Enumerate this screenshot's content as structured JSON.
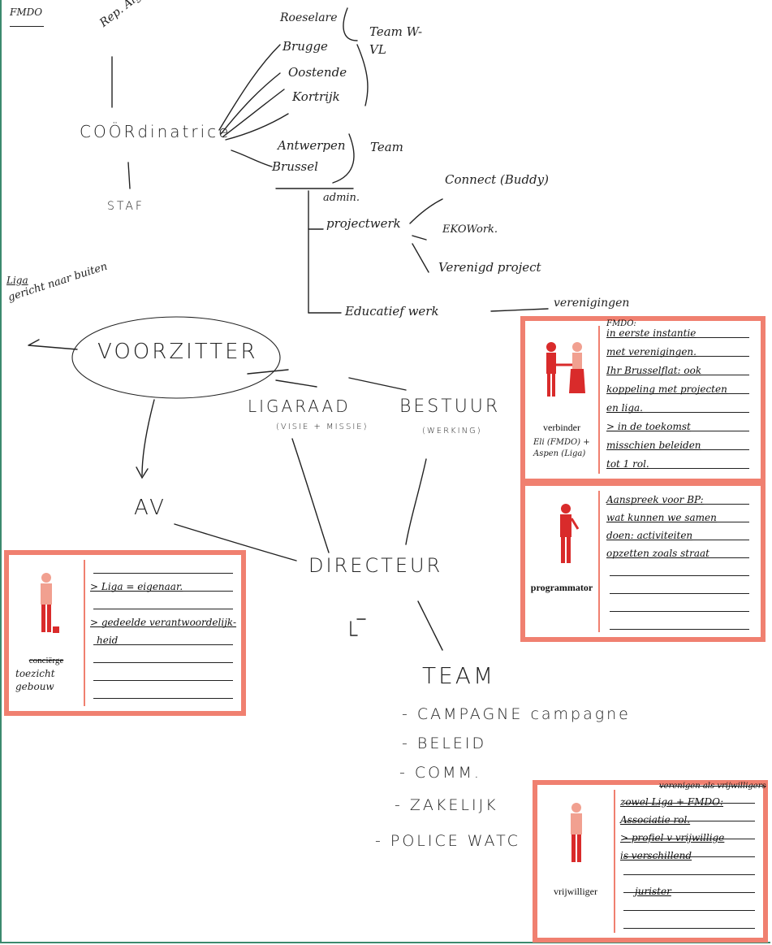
{
  "header": {
    "label": "FMDO"
  },
  "left_branch": {
    "top_note": "Rep. Algemeen",
    "coordinator": "COÖRdinatrice",
    "staf": "STAF"
  },
  "cities": [
    "Roeselare",
    "Brugge",
    "Oostende",
    "Kortrijk"
  ],
  "team_wvl": "Team W-VL",
  "cities_2": [
    "Antwerpen",
    "Brussel"
  ],
  "team_2": "Team",
  "branches": {
    "admin": "admin.",
    "projectwerk": "projectwerk",
    "educatief": "Educatief werk",
    "verenigingen": "verenigingen",
    "connect": "Connect (Buddy)",
    "ekowork": "EKOWork.",
    "verenigd": "Verenigd project"
  },
  "liga": {
    "note_top": "Liga",
    "note": "gericht naar buiten",
    "voorzitter": "VOORZITTER",
    "ligaraad": "LIGARAAD",
    "ligaraad_sub": "(VISIE + MISSIE)",
    "bestuur": "BESTUUR",
    "bestuur_sub": "(WERKING)",
    "av": "AV",
    "directeur": "DIRECTEUR",
    "team": "TEAM",
    "team_items": [
      "- CAMPAGNE campagne",
      "- BELEID",
      "- COMM.",
      "- ZAKELIJK",
      "- POLICE WATC"
    ]
  },
  "cards": {
    "verbinder": {
      "role": "verbinder",
      "names": "Eli (FMDO) + Aspen (Liga)",
      "notes": [
        "FMDO:",
        "in eerste instantie",
        "met verenigingen.",
        "Ihr Brusselflat: ook",
        "koppeling met projecten",
        "en liga.",
        "> in de toekomst",
        "misschien beleiden",
        "tot 1 rol."
      ]
    },
    "programmator": {
      "role": "programmator",
      "notes": [
        "Aanspreek voor BP:",
        "wat kunnen we samen",
        "doen: activiteiten",
        "opzetten zoals straat"
      ]
    },
    "conciërge": {
      "role": "conciërge",
      "handwritten": "toezicht gebouw",
      "notes": [
        "> Liga = eigenaar.",
        "> gedeelde verantwoordelijk-",
        "heid"
      ]
    },
    "vrijwilliger": {
      "role": "vrijwilliger",
      "top_note": "verenigen als vrijwilligers",
      "notes": [
        "zowel Liga + FMDO:",
        "Associatie rol.",
        "> profiel v vrijwillige",
        "is verschillend",
        "jurister"
      ]
    }
  },
  "colors": {
    "accent": "#f08070",
    "figure_red": "#d92b2b",
    "ink": "#222222"
  }
}
